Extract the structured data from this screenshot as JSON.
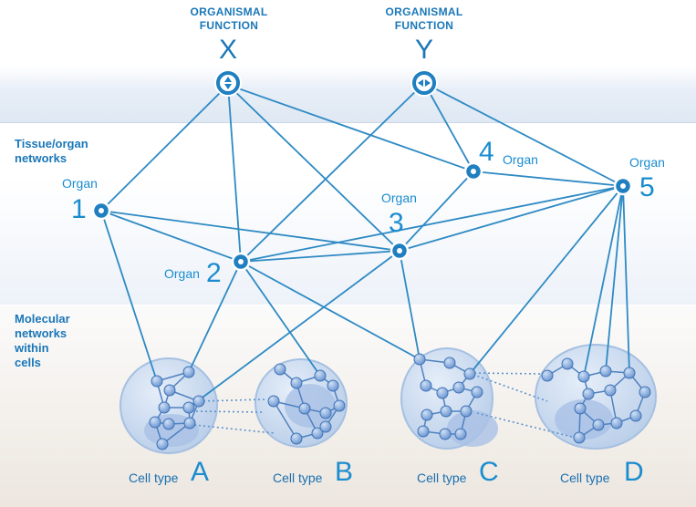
{
  "functions": {
    "x": {
      "label_line1": "ORGANISMAL",
      "label_line2": "FUNCTION",
      "letter": "X",
      "icon": "vertical-arrows-icon"
    },
    "y": {
      "label_line1": "ORGANISMAL",
      "label_line2": "FUNCTION",
      "letter": "Y",
      "icon": "horizontal-arrows-icon"
    }
  },
  "sections": {
    "tissue": {
      "line1": "Tissue/organ",
      "line2": "networks"
    },
    "molecular": {
      "line1": "Molecular",
      "line2": "networks",
      "line3": "within",
      "line4": "cells"
    }
  },
  "organs": [
    {
      "word": "Organ",
      "number": "1"
    },
    {
      "word": "Organ",
      "number": "2"
    },
    {
      "word": "Organ",
      "number": "3"
    },
    {
      "word": "Organ",
      "number": "4"
    },
    {
      "word": "Organ",
      "number": "5"
    }
  ],
  "cells": [
    {
      "word": "Cell type",
      "letter": "A"
    },
    {
      "word": "Cell type",
      "letter": "B"
    },
    {
      "word": "Cell type",
      "letter": "C"
    },
    {
      "word": "Cell type",
      "letter": "D"
    }
  ],
  "colors": {
    "line": "#2e8ac4",
    "node": "#1f7fc0",
    "node_ring": "#ffffff",
    "cell_fill": "#c7d8ef",
    "cell_stroke": "#9fbde0",
    "nucleus": "#aec4e6",
    "text": "#1a77b8"
  }
}
